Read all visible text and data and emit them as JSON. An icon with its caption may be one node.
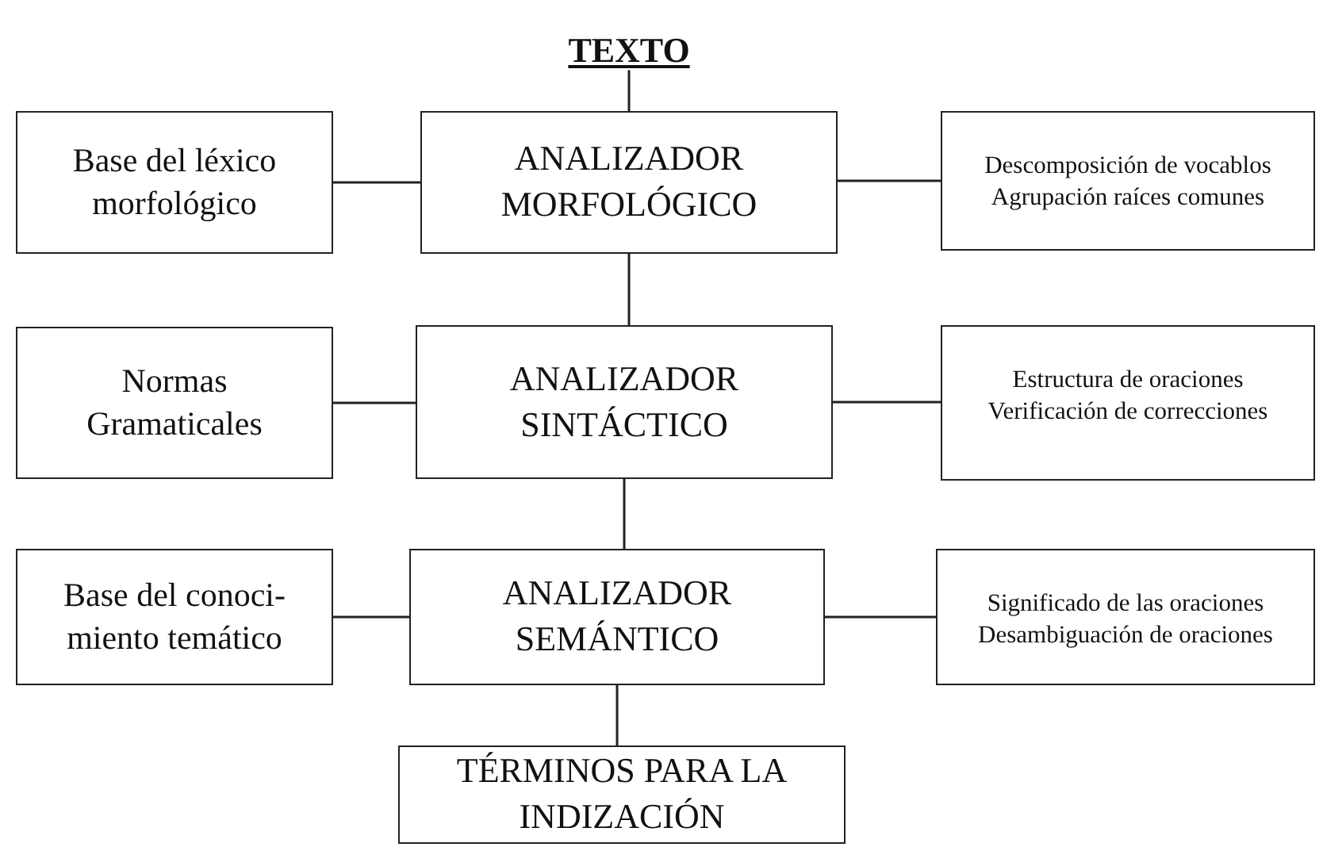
{
  "diagram": {
    "nodes": [
      {
        "text": [
          "TEXTO"
        ]
      },
      {
        "text": [
          "Base del léxico morfológico"
        ]
      },
      {
        "text": [
          "ANALIZADOR MORFOLÓGICO"
        ]
      },
      {
        "text": [
          "Descomposición de vocablos",
          "Agrupación raíces comunes"
        ]
      },
      {
        "text": [
          "Normas Gramaticales"
        ]
      },
      {
        "text": [
          "ANALIZADOR SINTÁCTICO"
        ]
      },
      {
        "text": [
          "Estructura de oraciones",
          "Verificación de correcciones"
        ]
      },
      {
        "text": [
          "Base del conoci- miento temático"
        ]
      },
      {
        "text": [
          "ANALIZADOR SEMÁNTICO"
        ]
      },
      {
        "text": [
          "Significado de las oraciones",
          "Desambiguación de oraciones"
        ]
      },
      {
        "text": [
          "TÉRMINOS PARA LA INDIZACIÓN"
        ]
      }
    ],
    "edges": [
      {
        "from": 0,
        "to": 2,
        "arrow": "none"
      },
      {
        "from": 1,
        "to": 2,
        "arrow": "none"
      },
      {
        "from": 2,
        "to": 3,
        "arrow": "none"
      },
      {
        "from": 2,
        "to": 5,
        "arrow": "none"
      },
      {
        "from": 4,
        "to": 5,
        "arrow": "none"
      },
      {
        "from": 5,
        "to": 6,
        "arrow": "none"
      },
      {
        "from": 5,
        "to": 8,
        "arrow": "none"
      },
      {
        "from": 7,
        "to": 8,
        "arrow": "none"
      },
      {
        "from": 8,
        "to": 9,
        "arrow": "none"
      },
      {
        "from": 8,
        "to": 10,
        "arrow": "none"
      }
    ]
  }
}
